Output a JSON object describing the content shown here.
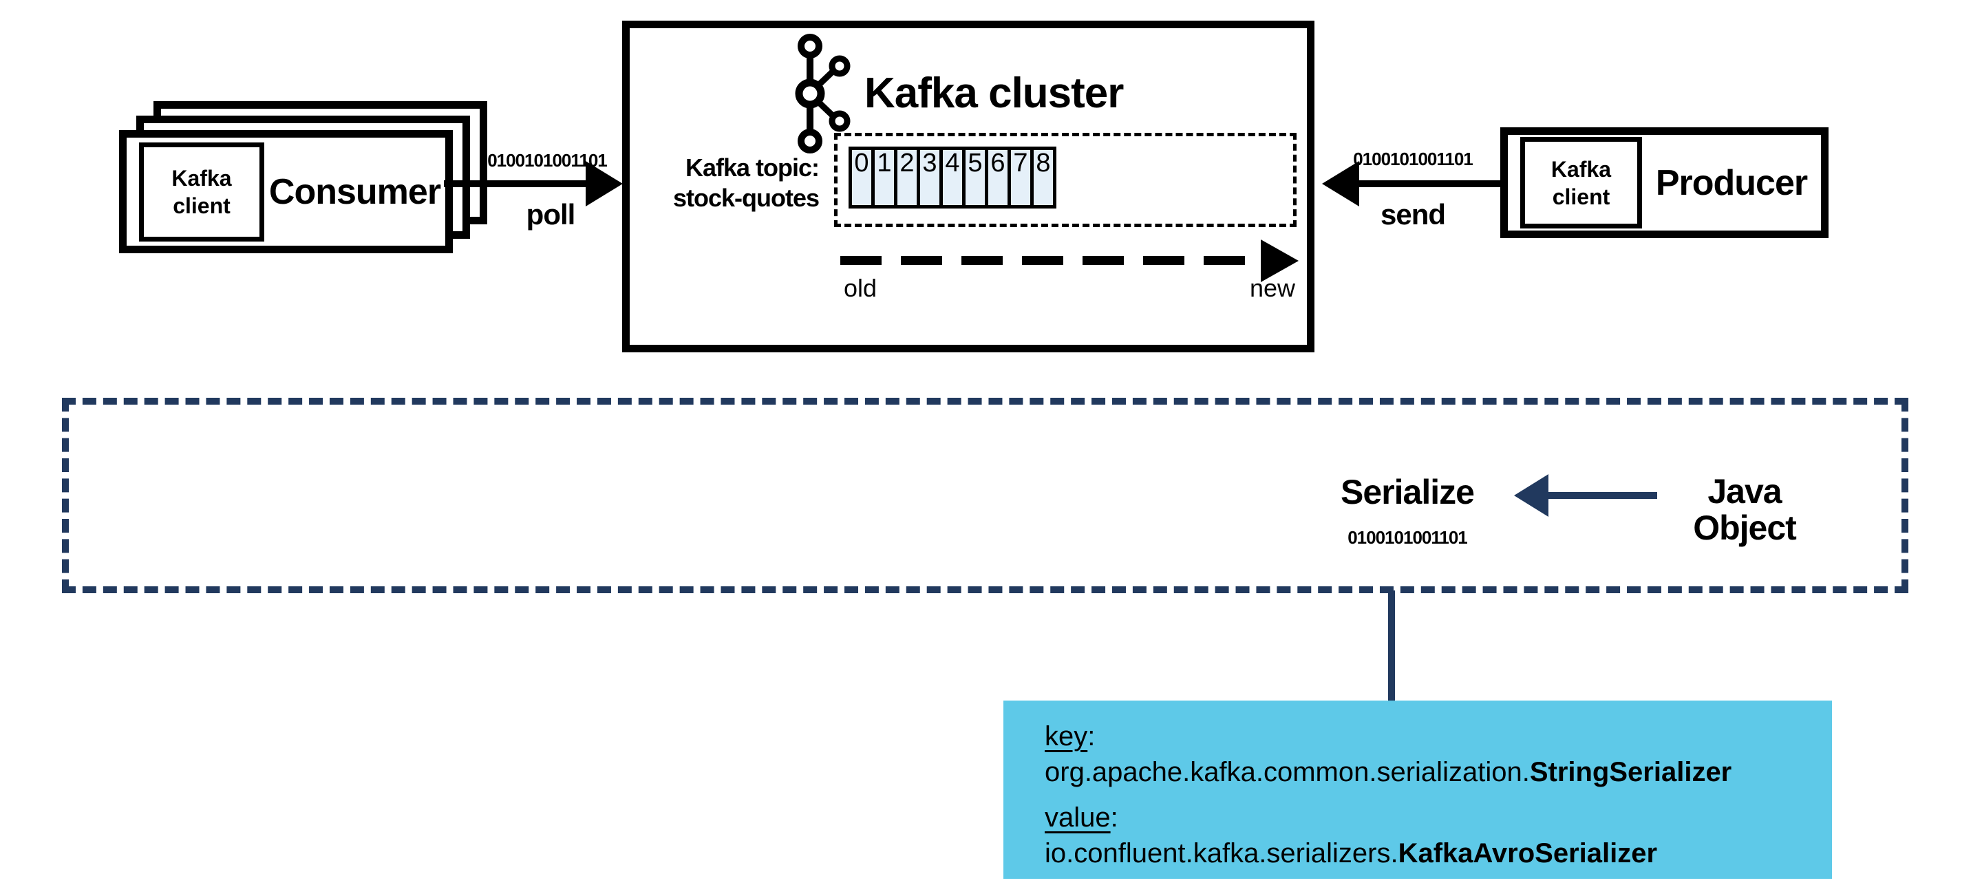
{
  "labels": {
    "colon": ":"
  },
  "colors": {
    "navy": "#21395e",
    "cyan": "#5ec9e8",
    "cell_fill": "#e5f0f9",
    "stroke": "#000000"
  },
  "diagram": {
    "consumer": {
      "client_label_line1": "Kafka",
      "client_label_line2": "client",
      "label": "Consumer"
    },
    "producer": {
      "client_label_line1": "Kafka",
      "client_label_line2": "client",
      "label": "Producer"
    },
    "poll": {
      "binary": "0100101001101",
      "label": "poll"
    },
    "send": {
      "binary": "0100101001101",
      "label": "send"
    },
    "cluster": {
      "title": "Kafka cluster",
      "topic_line1": "Kafka topic:",
      "topic_line2": "stock-quotes",
      "partitions": [
        "0",
        "1",
        "2",
        "3",
        "4",
        "5",
        "6",
        "7",
        "8"
      ],
      "old_label": "old",
      "new_label": "new"
    },
    "serialization": {
      "serialize_label": "Serialize",
      "binary": "0100101001101",
      "source_line1": "Java",
      "source_line2": "Object"
    },
    "config": {
      "key_label": "key",
      "key_class_prefix": "org.apache.kafka.common.serialization.",
      "key_class_name": "StringSerializer",
      "value_label": "value",
      "value_class_prefix": "io.confluent.kafka.serializers.",
      "value_class_name": "KafkaAvroSerializer"
    }
  }
}
